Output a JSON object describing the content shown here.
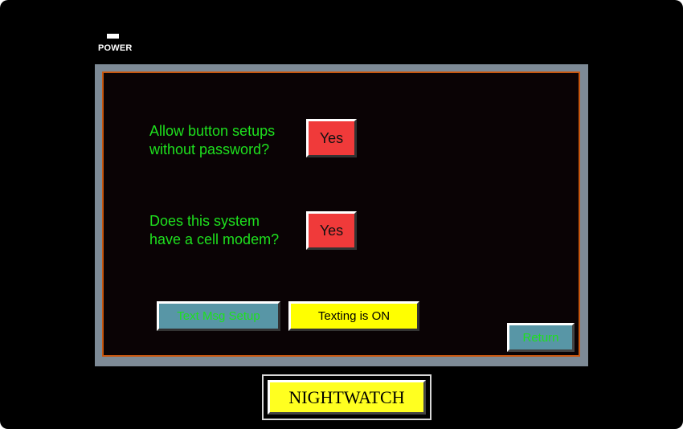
{
  "device": {
    "power_label": "POWER",
    "logo_text": "NIGHTWATCH"
  },
  "screen": {
    "question_password": "Allow button setups\nwithout password?",
    "answer_password": "Yes",
    "question_modem": "Does this system\nhave a cell modem?",
    "answer_modem": "Yes",
    "text_setup_label": "Text Msg Setup",
    "texting_status": "Texting is ON",
    "return_label": "Return"
  },
  "colors": {
    "question_text": "#1ee01e",
    "yes_button": "#f03a3a",
    "setup_button": "#5896a6",
    "status_indicator": "#ffff00",
    "screen_border": "#c8560e",
    "bezel": "#7d8a96"
  }
}
